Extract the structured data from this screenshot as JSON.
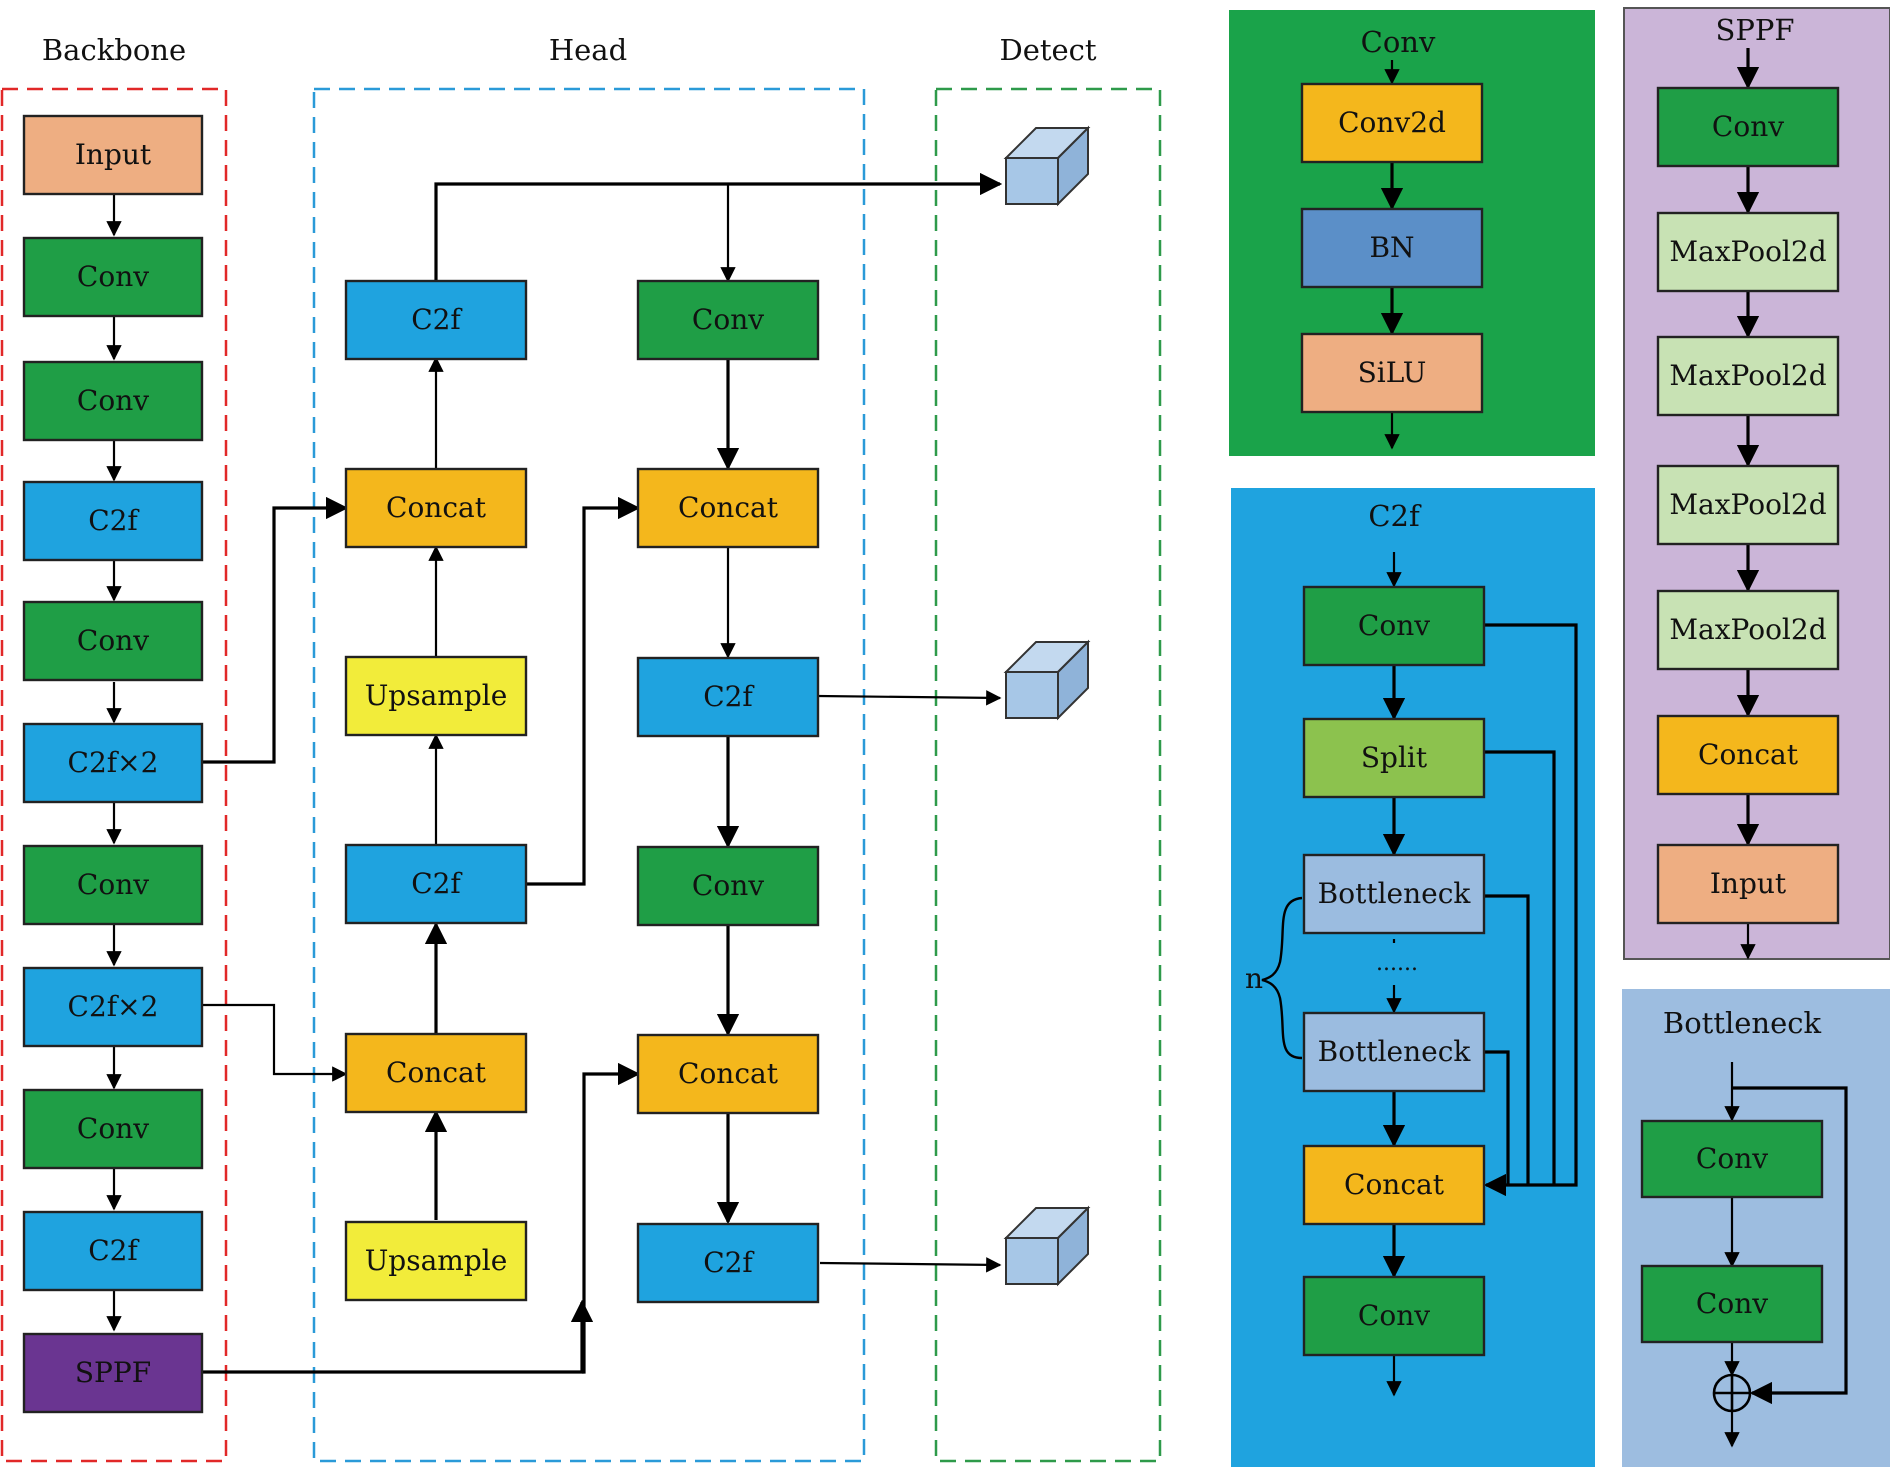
{
  "sections": {
    "backbone": "Backbone",
    "head": "Head",
    "detect": "Detect"
  },
  "backbone": [
    {
      "label": "Input",
      "type": "input"
    },
    {
      "label": "Conv",
      "type": "conv"
    },
    {
      "label": "Conv",
      "type": "conv"
    },
    {
      "label": "C2f",
      "type": "c2f"
    },
    {
      "label": "Conv",
      "type": "conv"
    },
    {
      "label": "C2f×2",
      "type": "c2f"
    },
    {
      "label": "Conv",
      "type": "conv"
    },
    {
      "label": "C2f×2",
      "type": "c2f"
    },
    {
      "label": "Conv",
      "type": "conv"
    },
    {
      "label": "C2f",
      "type": "c2f"
    },
    {
      "label": "SPPF",
      "type": "sppf"
    }
  ],
  "head": {
    "left": [
      {
        "label": "C2f",
        "type": "c2f"
      },
      {
        "label": "Concat",
        "type": "concat"
      },
      {
        "label": "Upsample",
        "type": "upsample"
      },
      {
        "label": "C2f",
        "type": "c2f"
      },
      {
        "label": "Concat",
        "type": "concat"
      },
      {
        "label": "Upsample",
        "type": "upsample"
      }
    ],
    "right": [
      {
        "label": "Conv",
        "type": "conv"
      },
      {
        "label": "Concat",
        "type": "concat"
      },
      {
        "label": "C2f",
        "type": "c2f"
      },
      {
        "label": "Conv",
        "type": "conv"
      },
      {
        "label": "Concat",
        "type": "concat"
      },
      {
        "label": "C2f",
        "type": "c2f"
      }
    ]
  },
  "detail_conv": {
    "title": "Conv",
    "blocks": [
      {
        "label": "Conv2d",
        "type": "concat"
      },
      {
        "label": "BN",
        "type": "bn"
      },
      {
        "label": "SiLU",
        "type": "input"
      }
    ]
  },
  "detail_sppf": {
    "title": "SPPF",
    "blocks": [
      {
        "label": "Conv",
        "type": "conv"
      },
      {
        "label": "MaxPool2d",
        "type": "maxpool"
      },
      {
        "label": "MaxPool2d",
        "type": "maxpool"
      },
      {
        "label": "MaxPool2d",
        "type": "maxpool"
      },
      {
        "label": "MaxPool2d",
        "type": "maxpool"
      },
      {
        "label": "Concat",
        "type": "concat"
      },
      {
        "label": "Input",
        "type": "input"
      }
    ]
  },
  "detail_c2f": {
    "title": "C2f",
    "n_label": "n",
    "dots": "......",
    "blocks": [
      {
        "label": "Conv",
        "type": "conv"
      },
      {
        "label": "Split",
        "type": "split"
      },
      {
        "label": "Bottleneck",
        "type": "bottleneck"
      },
      {
        "label": "Bottleneck",
        "type": "bottleneck"
      },
      {
        "label": "Concat",
        "type": "concat"
      },
      {
        "label": "Conv",
        "type": "conv"
      }
    ]
  },
  "detail_bottleneck": {
    "title": "Bottleneck",
    "blocks": [
      {
        "label": "Conv",
        "type": "conv"
      },
      {
        "label": "Conv",
        "type": "conv"
      }
    ]
  },
  "colors": {
    "conv": "#1f9e46",
    "c2f": "#1fa3df",
    "concat": "#f4b71c",
    "upsample": "#f2ec3a",
    "input": "#eeae82",
    "sppf": "#6a3591",
    "bn": "#5b8fc8",
    "maxpool": "#c8e2b4",
    "split": "#8cc24e",
    "bottleneck": "#9bbce0",
    "panel_conv": "#1aa34a",
    "panel_c2f": "#1fa3df",
    "panel_sppf": "#cbb5d8",
    "panel_bottleneck": "#9dbde0",
    "border_backbone": "#e12828",
    "border_head": "#2a9ad8",
    "border_detect": "#2e9a4a",
    "cube": "#a7c7e7"
  }
}
